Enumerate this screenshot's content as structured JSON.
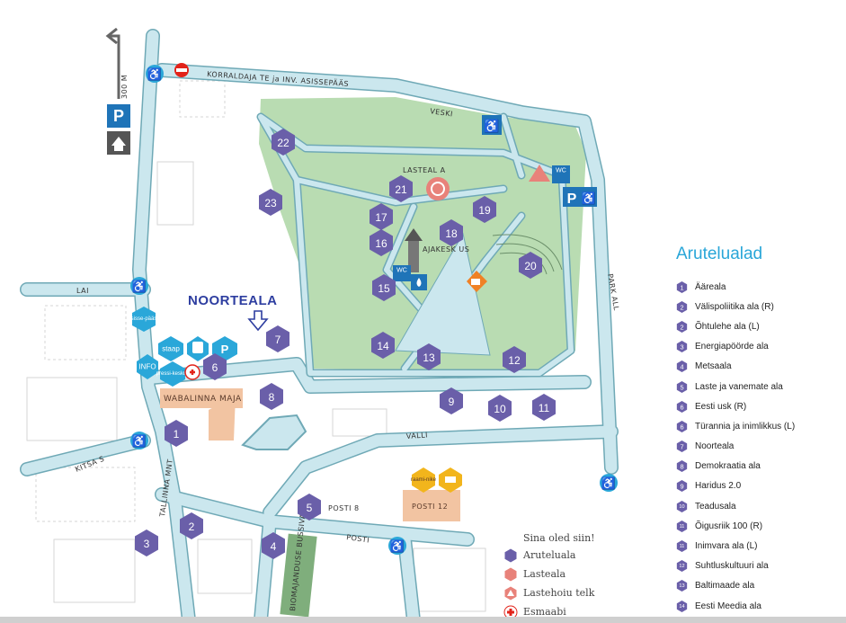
{
  "legend": {
    "title": "Arutelualad",
    "items": [
      {
        "num": "1",
        "label": "Ääreala"
      },
      {
        "num": "2",
        "label": "Välispoliitika ala (R)"
      },
      {
        "num": "2",
        "label": "Õhtulehe ala (L)"
      },
      {
        "num": "3",
        "label": "Energiapöörde ala"
      },
      {
        "num": "4",
        "label": "Metsaala"
      },
      {
        "num": "5",
        "label": "Laste ja vanemate ala"
      },
      {
        "num": "6",
        "label": "Eesti usk (R)"
      },
      {
        "num": "6",
        "label": "Türannia ja inimlikkus (L)"
      },
      {
        "num": "7",
        "label": "Noorteala"
      },
      {
        "num": "8",
        "label": "Demokraatia ala"
      },
      {
        "num": "9",
        "label": "Haridus 2.0"
      },
      {
        "num": "10",
        "label": "Teadusala"
      },
      {
        "num": "11",
        "label": "Õigusriik 100 (R)"
      },
      {
        "num": "11",
        "label": "Inimvara ala (L)"
      },
      {
        "num": "12",
        "label": "Suhtluskultuuri ala"
      },
      {
        "num": "13",
        "label": "Baltimaade ala"
      },
      {
        "num": "14",
        "label": "Eesti Meedia ala"
      }
    ]
  },
  "map_legend": {
    "header": "Sina oled siin!",
    "items": [
      {
        "icon": "discussion-area-icon",
        "label": "Aruteluala"
      },
      {
        "icon": "kids-area-icon",
        "label": "Lasteala"
      },
      {
        "icon": "tent-icon",
        "label": "Lastehoiu telk"
      },
      {
        "icon": "first-aid-icon",
        "label": "Esmaabi"
      }
    ]
  },
  "highlight": {
    "label": "NOORTEALA"
  },
  "streets": {
    "korraldaja": "KORRALDAJA TE ja INV. ASISSEPÄÄS",
    "veski": "VESKI",
    "lai": "LAI",
    "valli": "VALLI",
    "kitsas": "KITSA S",
    "tallinna": "TALLINNA MNT",
    "posti": "POSTI",
    "park_alle": "PARK ALL",
    "distance": "300 M",
    "biomajanduse": "BIOMAJANDUSE BUSSIVALIK"
  },
  "places": {
    "lasteala": "LASTEAL A",
    "ajakeskus": "AJAKESK US",
    "wabalinna": "WABALINNA MAJA",
    "posti8": "POSTI 8",
    "posti12": "POSTI 12"
  },
  "service_labels": {
    "sissepaas": "sisse-pääs",
    "staap": "staap",
    "info": "INFO",
    "pressikeskus": "pressi-keskus",
    "raamimaja": "raami-nike",
    "wc": "WC",
    "parking": "P"
  },
  "colors": {
    "park": "#b9dcb2",
    "road": "#cbe7ee",
    "road_edge": "#6fa9b6",
    "badge": "#6a5fa9",
    "accent": "#2aa7d9",
    "kids": "#e8827a",
    "cafe": "#f08125",
    "building": "#f2c4a2",
    "highlight": "#2e3ea0"
  }
}
